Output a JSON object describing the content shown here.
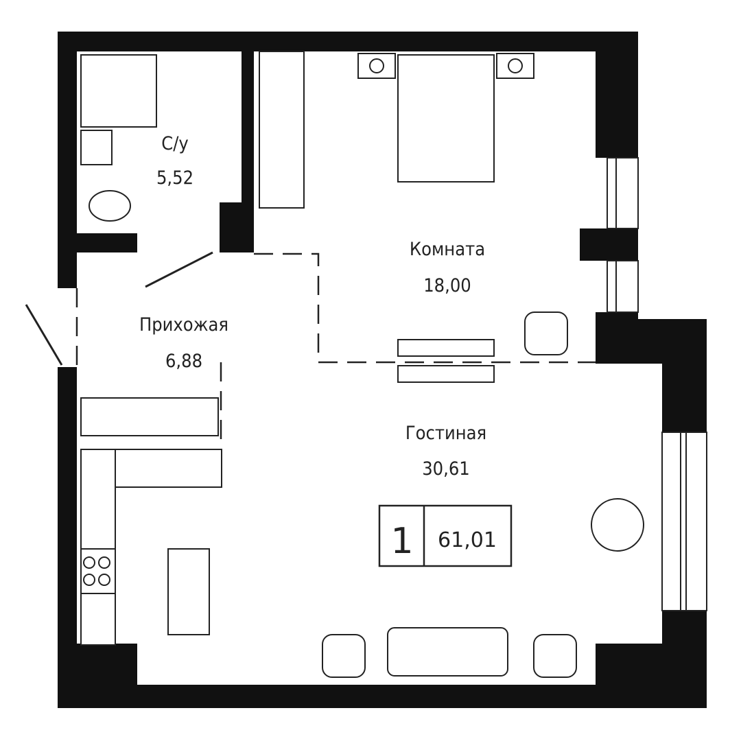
{
  "rooms": [
    {
      "name": "С/у",
      "area": "5,52"
    },
    {
      "name": "Комната",
      "area": "18,00"
    },
    {
      "name": "Прихожая",
      "area": "6,88"
    },
    {
      "name": "Гостиная",
      "area": "30,61"
    }
  ],
  "summary": {
    "rooms_count": "1",
    "total_area": "61,01"
  },
  "colors": {
    "wall": "#111111",
    "line": "#222222",
    "background": "#ffffff"
  }
}
